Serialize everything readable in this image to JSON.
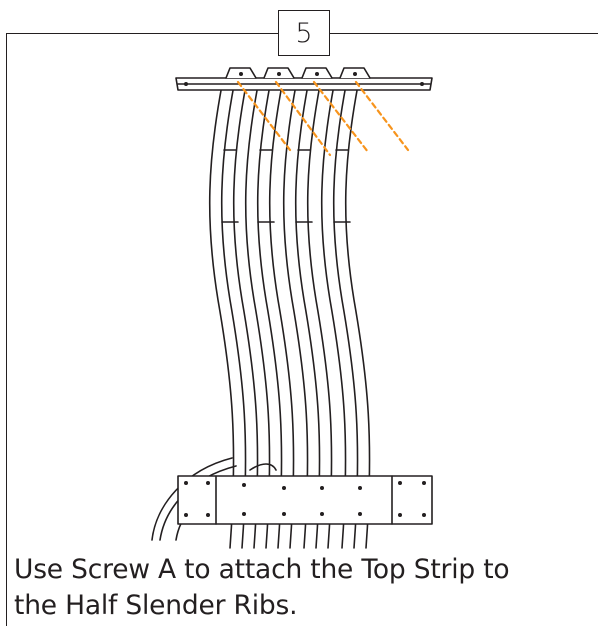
{
  "step": {
    "number": "5"
  },
  "instruction": {
    "line1": "Use Screw A to attach the Top Strip to",
    "line2": "the Half Slender Ribs."
  },
  "colors": {
    "ink": "#231f20",
    "screw_guide": "#f7941d"
  }
}
